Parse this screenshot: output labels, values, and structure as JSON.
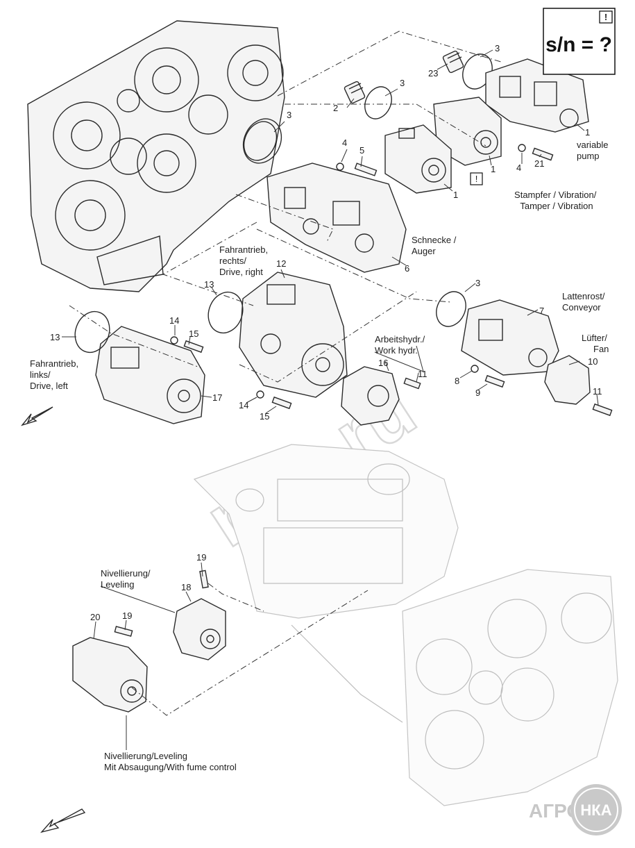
{
  "serial_box": {
    "text": "s/n = ?",
    "warn": "!"
  },
  "callouts": {
    "c1a": "1",
    "c1b": "1",
    "c1c": "1",
    "c2": "2",
    "c3a": "3",
    "c3b": "3",
    "c3c": "3",
    "c3d": "3",
    "c4a": "4",
    "c4b": "4",
    "c5": "5",
    "c6": "6",
    "c7": "7",
    "c8": "8",
    "c9": "9",
    "c10": "10",
    "c11a": "11",
    "c11b": "11",
    "c12": "12",
    "c13a": "13",
    "c13b": "13",
    "c14a": "14",
    "c14b": "14",
    "c15a": "15",
    "c15b": "15",
    "c16": "16",
    "c17": "17",
    "c18": "18",
    "c19a": "19",
    "c19b": "19",
    "c20": "20",
    "c21": "21",
    "c23": "23"
  },
  "labels": {
    "variable_pump": [
      "variable",
      "pump"
    ],
    "tamper": [
      "Stampfer / Vibration/",
      "Tamper / Vibration"
    ],
    "auger": [
      "Schnecke /",
      "Auger"
    ],
    "drive_right": [
      "Fahrantrieb,",
      "rechts/",
      "Drive, right"
    ],
    "conveyor": [
      "Lattenrost/",
      "Conveyor"
    ],
    "fan": [
      "Lüfter/",
      "Fan"
    ],
    "work_hydr": [
      "Arbeitshydr./",
      "Work hydr."
    ],
    "drive_left": [
      "Fahrantrieb,",
      "links/",
      "Drive, left"
    ],
    "leveling": [
      "Nivellierung/",
      "Leveling"
    ],
    "fume": [
      "Nivellierung/Leveling",
      "Mit Absaugung/With fume control"
    ]
  },
  "warning_mark": "!",
  "watermark": "nka.ru",
  "logo": {
    "left": "АГРО",
    "right": "НКА"
  }
}
